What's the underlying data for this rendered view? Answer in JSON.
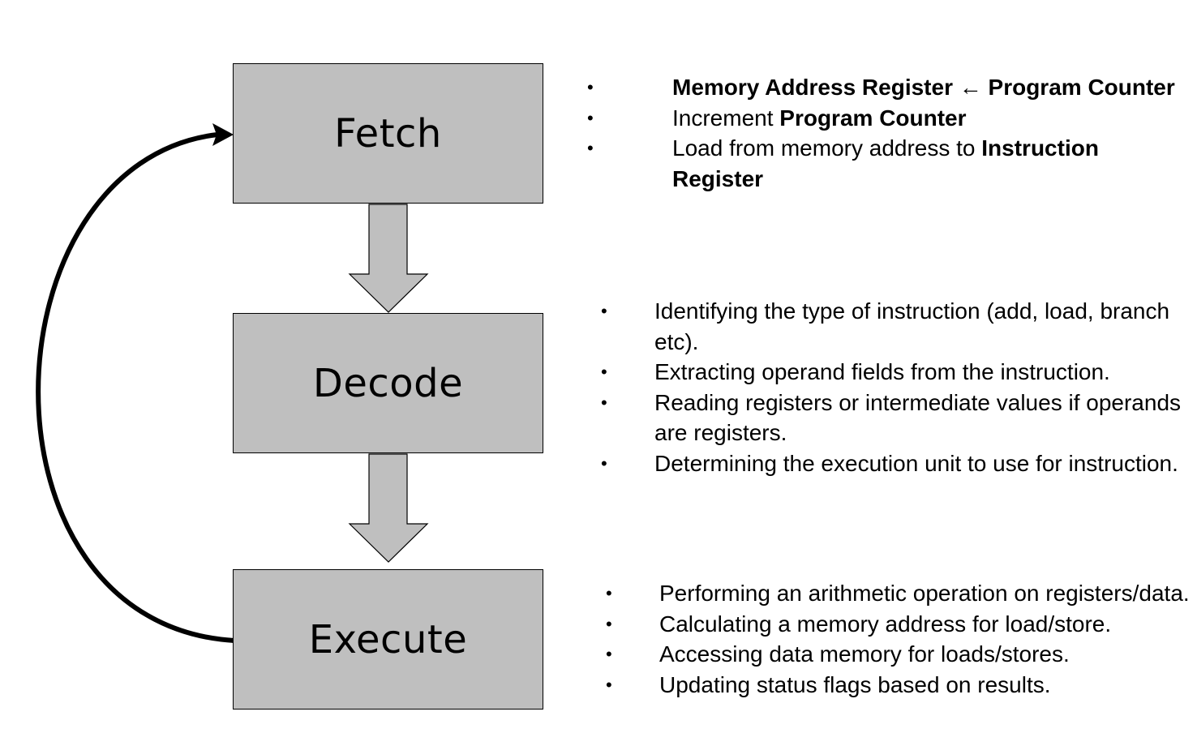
{
  "stages": {
    "fetch": "Fetch",
    "decode": "Decode",
    "execute": "Execute"
  },
  "fetch_steps": [
    {
      "segments": [
        {
          "text": "Memory Address Register ← Program Counter",
          "bold": true
        }
      ]
    },
    {
      "segments": [
        {
          "text": "Increment ",
          "bold": false
        },
        {
          "text": "Program Counter",
          "bold": true
        }
      ]
    },
    {
      "segments": [
        {
          "text": "Load from memory address to ",
          "bold": false
        },
        {
          "text": "Instruction Register",
          "bold": true
        }
      ]
    }
  ],
  "decode_steps": [
    "Identifying the type of instruction (add, load, branch etc).",
    "Extracting operand fields from the instruction.",
    "Reading registers or intermediate values if operands are registers.",
    "Determining the execution unit to use for instruction."
  ],
  "execute_steps": [
    "Performing an arithmetic operation on registers/data.",
    "Calculating a memory address for load/store.",
    "Accessing data memory for loads/stores.",
    "Updating status flags based on results."
  ],
  "bullet": "•",
  "colors": {
    "box_fill": "#bfbfbf",
    "arrow_fill": "#bfbfbf",
    "outline": "#000000",
    "loop_arrow": "#000000"
  }
}
